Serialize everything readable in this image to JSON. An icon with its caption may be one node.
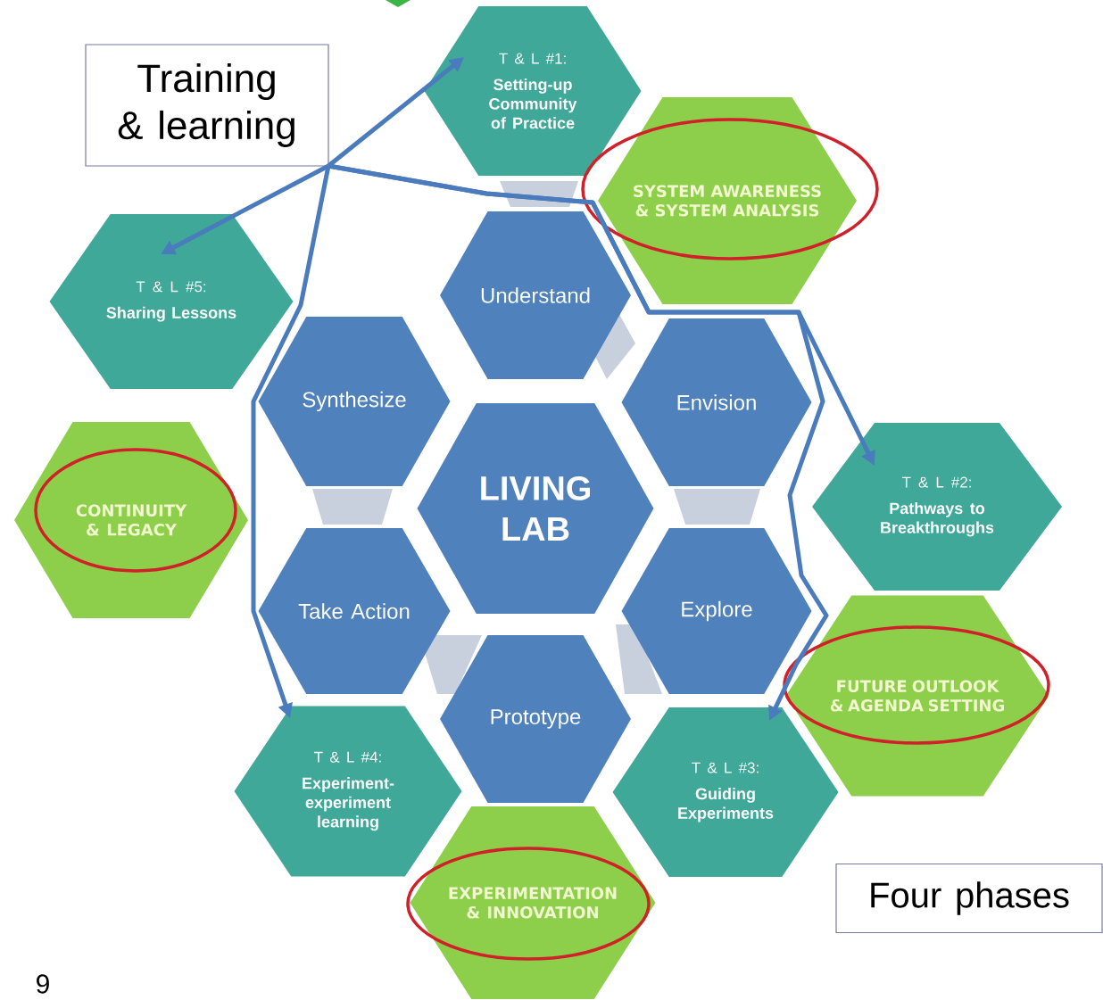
{
  "diagram": {
    "nodes": [
      {
        "text": [
          "Training & learning"
        ]
      },
      {
        "text": [
          "T & L #1:",
          "Setting-up Community of Practice"
        ]
      },
      {
        "text": [
          "SYSTEM AWARENESS & SYSTEM ANALYSIS"
        ]
      },
      {
        "text": [
          "T & L #5:",
          "Sharing Lessons"
        ]
      },
      {
        "text": [
          "Understand"
        ]
      },
      {
        "text": [
          "Synthesize"
        ]
      },
      {
        "text": [
          "Envision"
        ]
      },
      {
        "text": [
          "CONTINUITY & LEGACY"
        ]
      },
      {
        "text": [
          "LIVING LAB"
        ]
      },
      {
        "text": [
          "T & L #2:",
          "Pathways to Breakthroughs"
        ]
      },
      {
        "text": [
          "Take Action"
        ]
      },
      {
        "text": [
          "Explore"
        ]
      },
      {
        "text": [
          "FUTURE OUTLOOK & AGENDA SETTING"
        ]
      },
      {
        "text": [
          "Prototype"
        ]
      },
      {
        "text": [
          "T & L #4:",
          "Experiment-experiment learning"
        ]
      },
      {
        "text": [
          "T & L #3:",
          "Guiding Experiments"
        ]
      },
      {
        "text": [
          "EXPERIMENTATION & INNOVATION"
        ]
      },
      {
        "text": [
          "Four phases"
        ]
      }
    ],
    "edges": [
      {
        "from": 0,
        "to": 1,
        "arrow": "to"
      },
      {
        "from": 0,
        "to": 3,
        "arrow": "to"
      },
      {
        "from": 0,
        "to": 14,
        "arrow": "to"
      },
      {
        "from": 0,
        "to": 15,
        "arrow": "to"
      },
      {
        "from": 0,
        "to": 9,
        "arrow": "to"
      }
    ],
    "labels": [
      "9"
    ]
  }
}
